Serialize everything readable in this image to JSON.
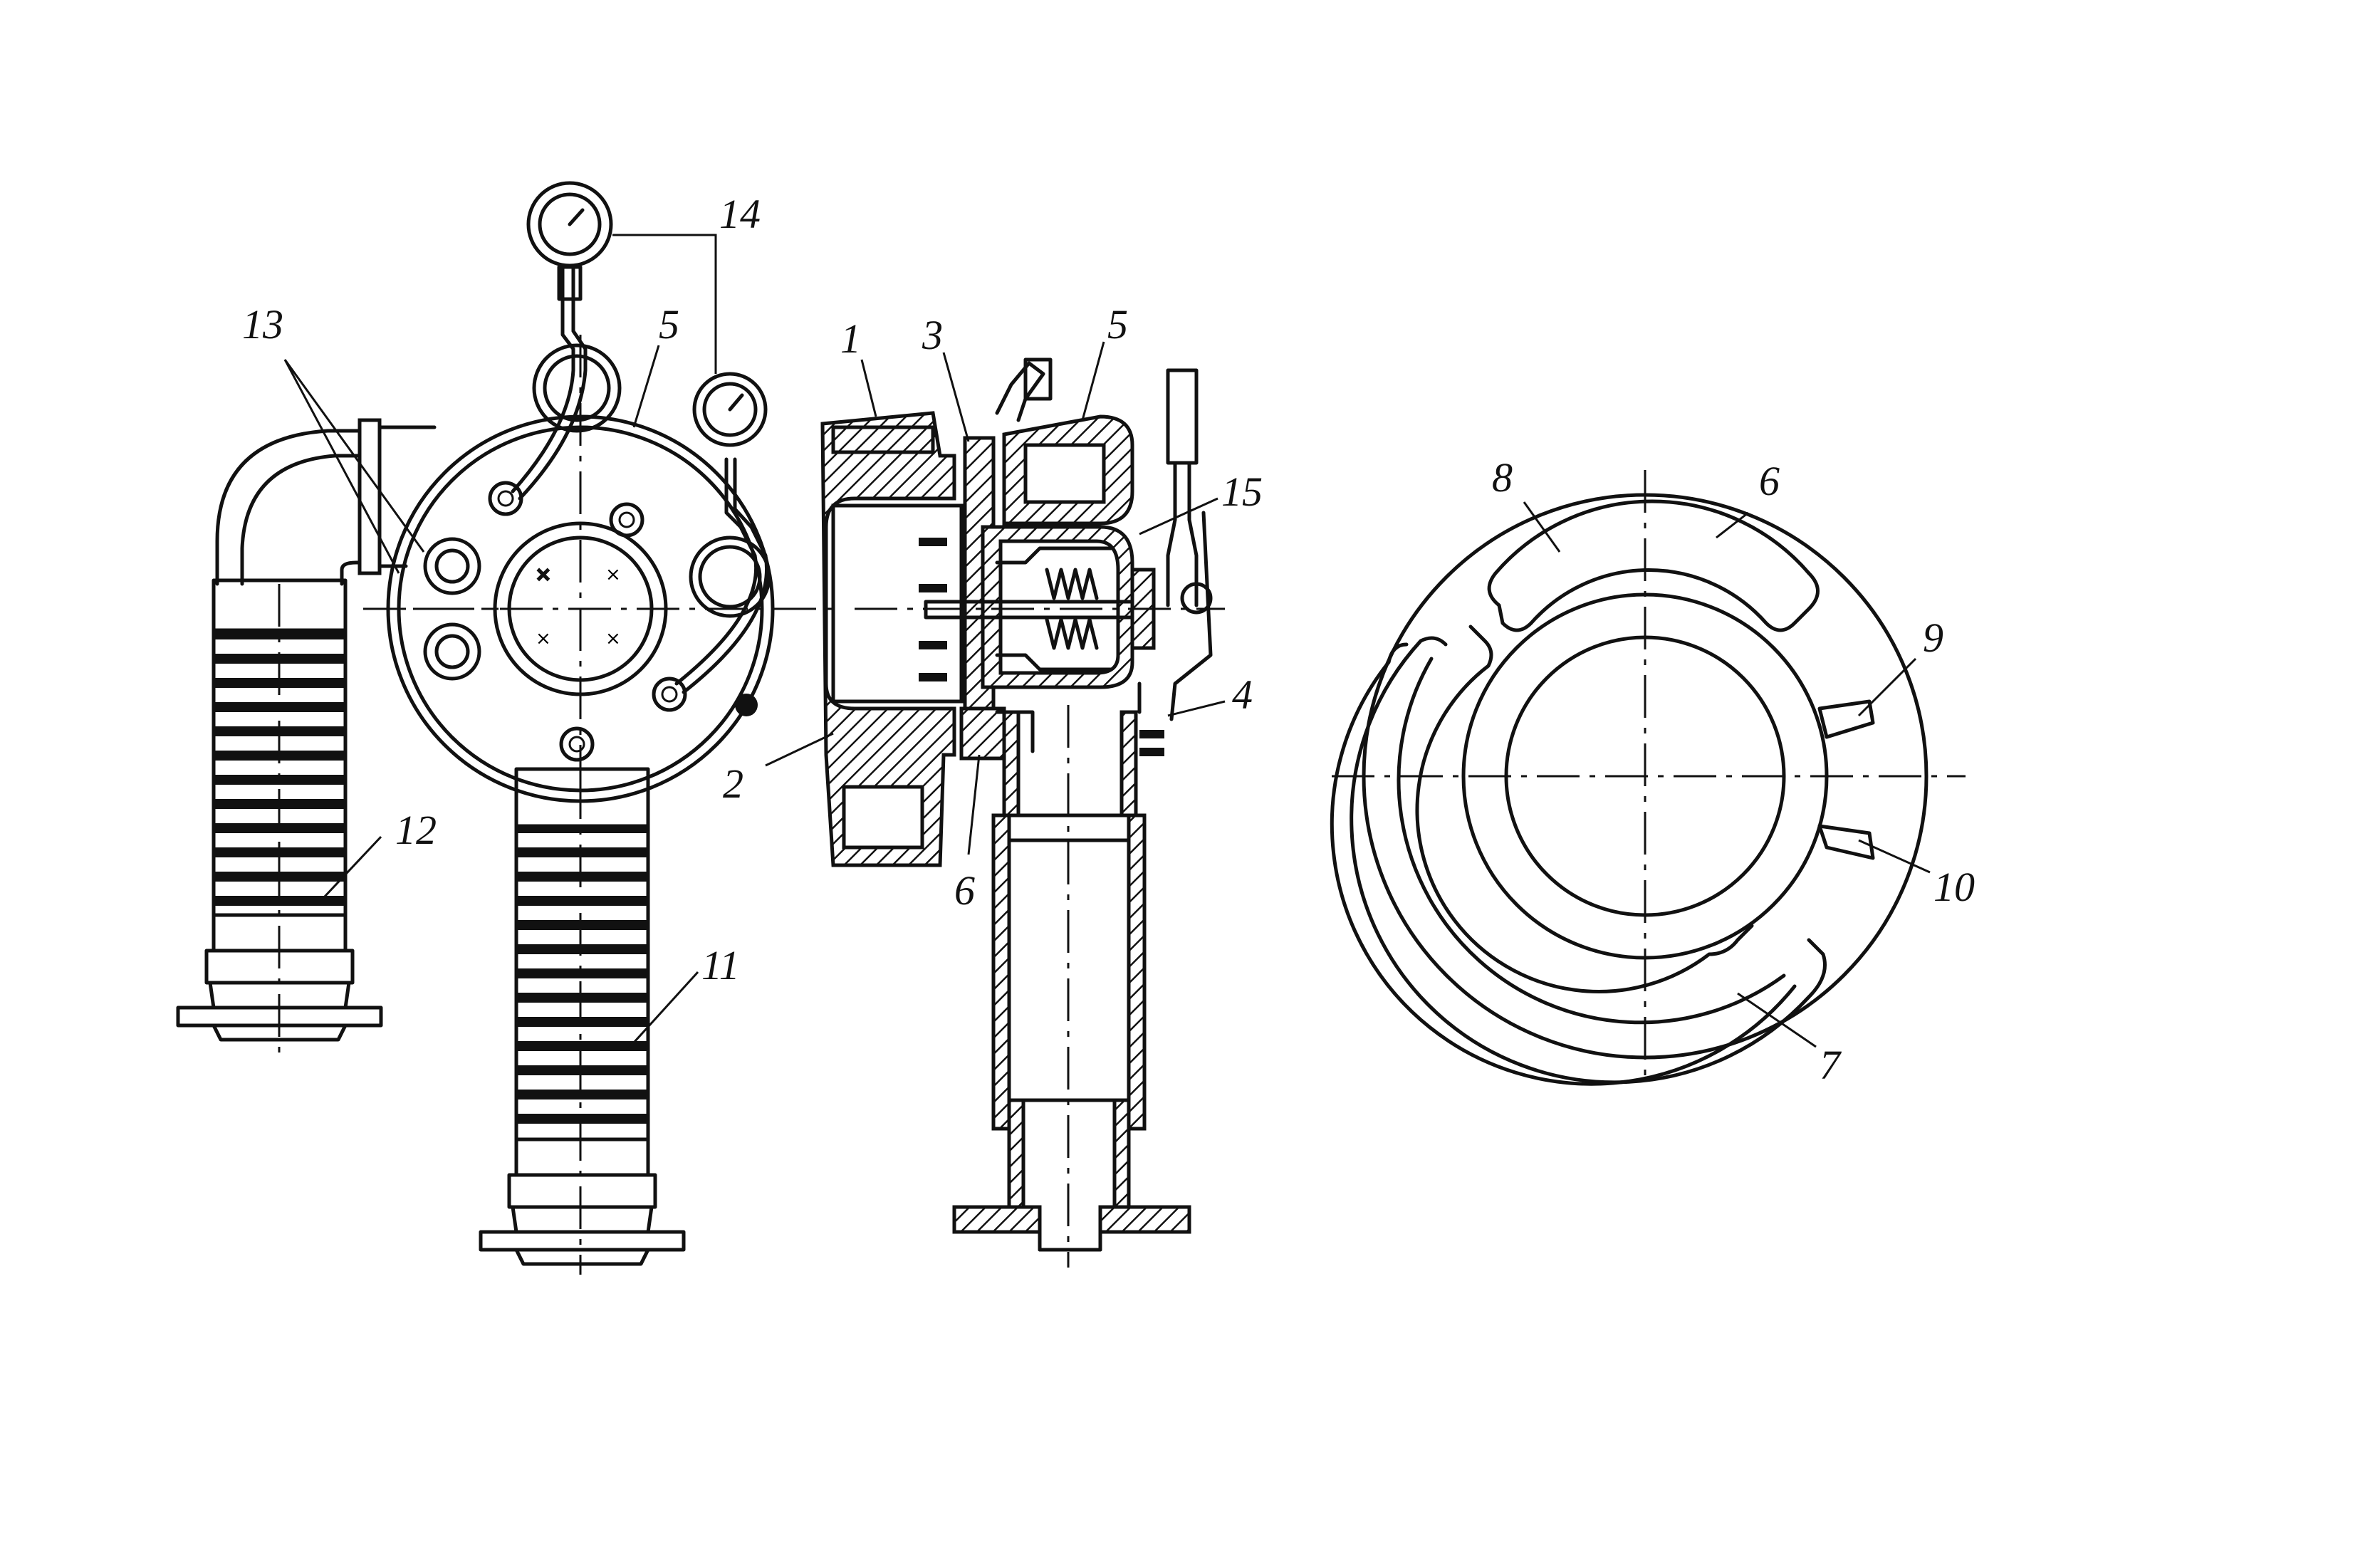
{
  "callouts": {
    "c1": "1",
    "c2": "2",
    "c3": "3",
    "c4": "4",
    "c5_front": "5",
    "c5_section": "5",
    "c6_section": "6",
    "c6_plate": "6",
    "c7": "7",
    "c8": "8",
    "c9": "9",
    "c10": "10",
    "c11": "11",
    "c12": "12",
    "c13": "13",
    "c14": "14",
    "c15": "15"
  },
  "colors": {
    "line": "#111111",
    "background": "#ffffff"
  }
}
